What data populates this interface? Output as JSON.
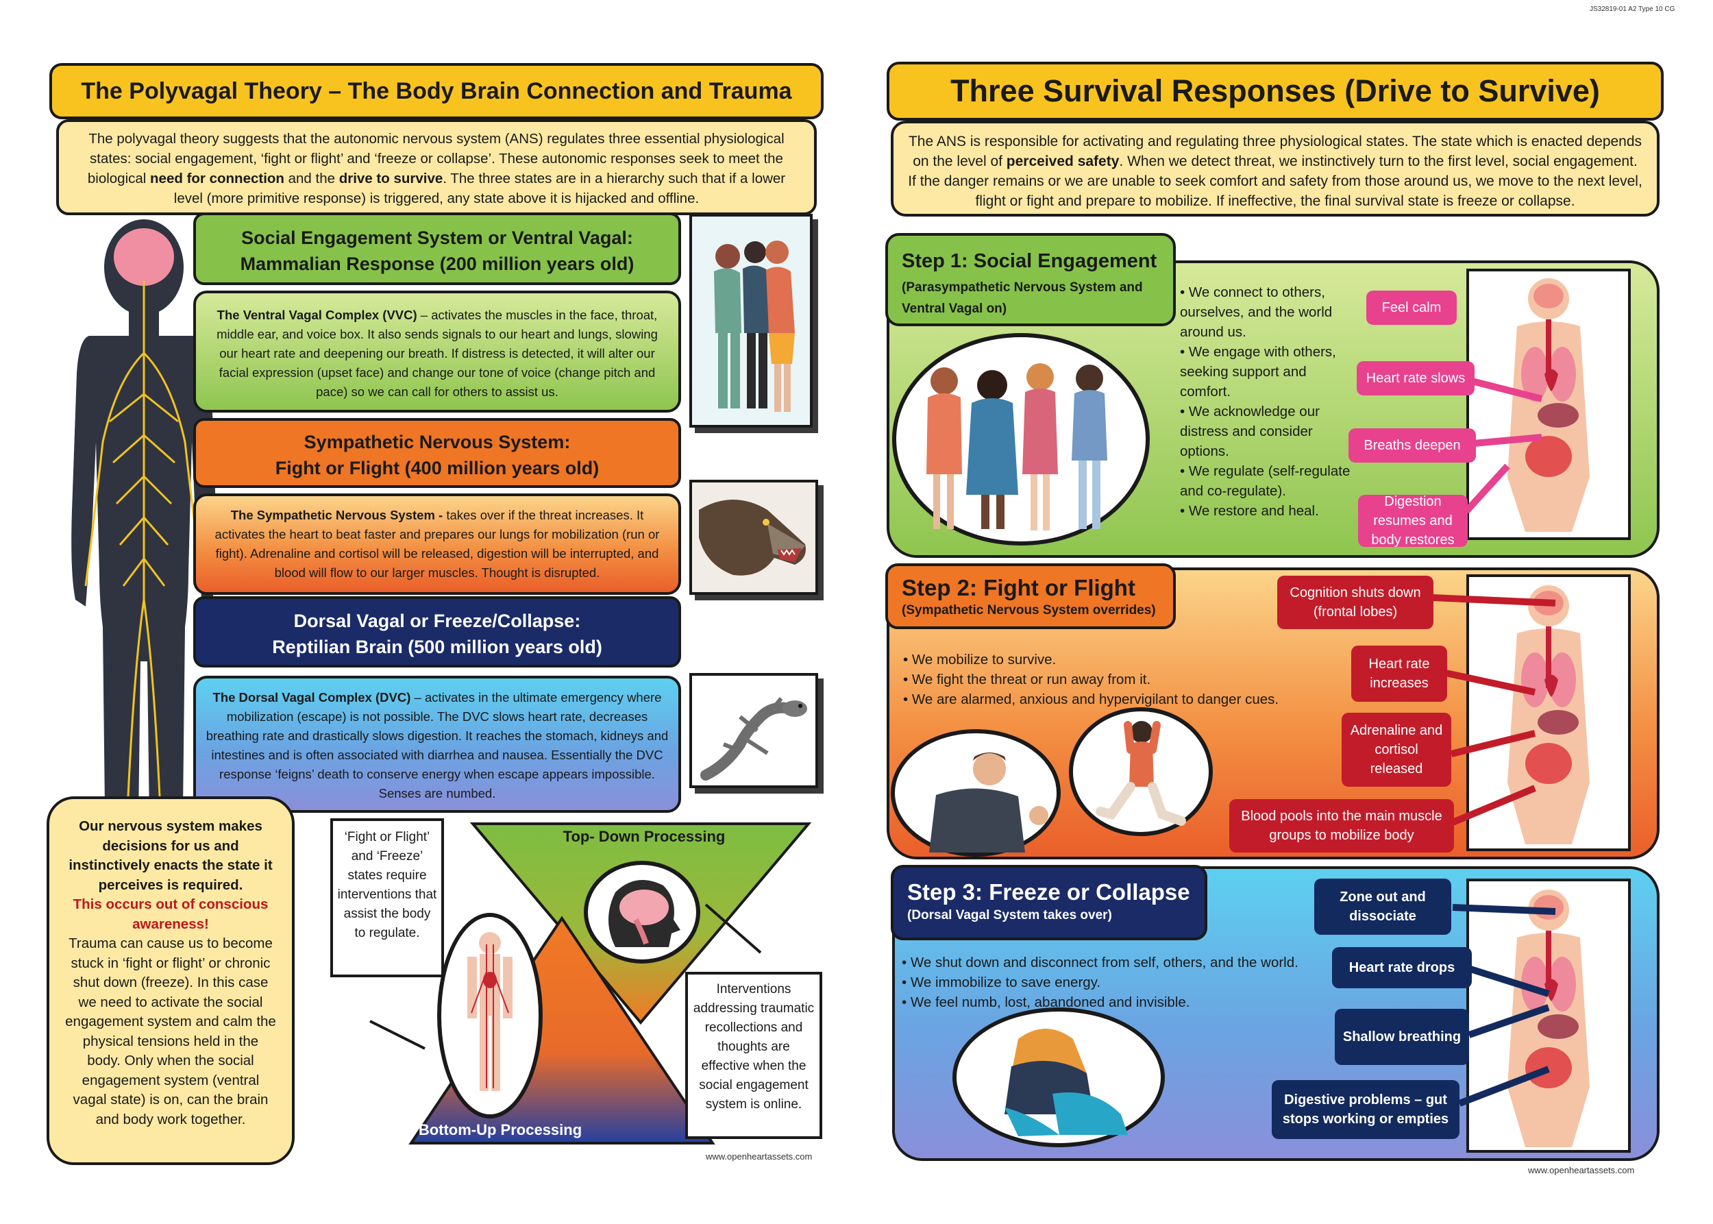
{
  "doc_code": "JS32819-01 A2 Type 10 CG",
  "left": {
    "title": "The Polyvagal Theory – The Body Brain Connection and Trauma",
    "intro": {
      "t1": "The polyvagal theory suggests that the autonomic nervous system (ANS) regulates three essential physiological states: social engagement, ‘fight or flight’ and ‘freeze or collapse’. These autonomic responses seek to meet the biological ",
      "b1": "need for connection",
      "t2": " and the ",
      "b2": "drive to survive",
      "t3": ". The three states are in a hierarchy such that if a lower level (more primitive response) is triggered, any state above it is hijacked and offline."
    },
    "social": {
      "heading_line1": "Social Engagement System or Ventral Vagal:",
      "heading_line2": "Mammalian Response (200 million years old)",
      "bold": "The Ventral Vagal Complex (VVC)",
      "text": " – activates the muscles in the face, throat, middle ear, and voice box. It also sends signals to our heart and lungs, slowing our heart rate and deepening our breath. If distress is detected, it will alter our facial expression (upset face) and change our tone of voice (change pitch and pace) so we can call for others to assist us."
    },
    "sympathetic": {
      "heading_line1": "Sympathetic Nervous System:",
      "heading_line2": "Fight or Flight (400 million years old)",
      "bold": "The Sympathetic Nervous System -",
      "text": " takes over if the threat increases. It activates the heart to beat faster and prepares our lungs for mobilization (run or fight). Adrenaline and cortisol will be released, digestion will be interrupted, and blood will flow to our larger muscles. Thought is disrupted."
    },
    "dorsal": {
      "heading_line1": "Dorsal Vagal or Freeze/Collapse:",
      "heading_line2": "Reptilian Brain (500 million years old)",
      "bold": "The Dorsal Vagal Complex (DVC)",
      "text": " – activates in the ultimate emergency where mobilization (escape) is not possible. The DVC slows heart rate, decreases breathing rate and drastically slows digestion. It reaches the stomach, kidneys and intestines and is often associated with diarrhea and nausea. Essentially the DVC response ‘feigns’ death to conserve energy when escape appears impossible. Senses are numbed."
    },
    "nervous": {
      "bold": "Our nervous system makes decisions for us and instinctively enacts the state it perceives is required.",
      "red": "This occurs out of conscious awareness!",
      "text": "Trauma can cause us to become stuck in ‘fight or flight’ or chronic shut down (freeze). In this case we need to activate the social engagement system and calm the physical tensions held in the body. Only when the social engagement system (ventral vagal state) is on, can the brain and body work together."
    },
    "fight_freeze_note": "‘Fight or Flight’ and ‘Freeze’ states require interventions that assist the body to regulate.",
    "top_down": "Top- Down Processing",
    "bottom_up": "Bottom-Up Processing",
    "interventions_note": "Interventions addressing traumatic recollections and thoughts are effective when the social engagement system is online.",
    "website": "www.openheartassets.com"
  },
  "right": {
    "title": "Three Survival Responses (Drive to Survive)",
    "intro": {
      "t1": "The ANS is responsible for activating and regulating three physiological states. The state which is enacted depends on the level of ",
      "b1": "perceived safety",
      "t2": ". When we detect threat, we instinctively turn to the first level, social engagement. If the danger remains or we are unable to seek comfort and safety from those around us, we move to the next level, flight or fight and prepare to mobilize. If ineffective, the final survival state is freeze or collapse."
    },
    "step1": {
      "title": "Step 1: Social Engagement",
      "subtitle": "(Parasympathetic Nervous System and Ventral Vagal on)",
      "bullets": [
        "• We connect to others, ourselves, and the world around us.",
        "• We engage with others, seeking support and comfort.",
        "• We acknowledge our distress and consider options.",
        "• We regulate (self-regulate and co-regulate).",
        "• We restore and heal."
      ],
      "tags": [
        "Feel calm",
        "Heart rate slows",
        "Breaths deepen",
        "Digestion resumes and body restores"
      ]
    },
    "step2": {
      "title": "Step 2: Fight or Flight",
      "subtitle": "(Sympathetic Nervous System overrides)",
      "bullets": [
        "• We mobilize to survive.",
        "• We fight the threat or run away from it.",
        "• We are alarmed, anxious and hypervigilant to danger cues."
      ],
      "tags": [
        "Cognition shuts down (frontal lobes)",
        "Heart rate increases",
        "Adrenaline and cortisol released",
        "Blood pools into the main muscle groups to mobilize body"
      ]
    },
    "step3": {
      "title": "Step 3: Freeze or Collapse",
      "subtitle": "(Dorsal Vagal System takes over)",
      "bullets": [
        "• We shut down and disconnect from self, others, and the world.",
        "• We immobilize to save energy.",
        "• We feel numb, lost, abandoned and invisible."
      ],
      "tags": [
        "Zone out and dissociate",
        "Heart rate drops",
        "Shallow breathing",
        "Digestive problems – gut stops working or empties"
      ]
    },
    "website": "www.openheartassets.com"
  },
  "colors": {
    "yellow": "#f9c31f",
    "cream": "#fde9a4",
    "green": "#86c24a",
    "orange": "#ee7624",
    "navy": "#1a2b68",
    "pink_tag": "#e8418e",
    "red_tag": "#c21c2a",
    "dark_red_text": "#c0161d"
  }
}
